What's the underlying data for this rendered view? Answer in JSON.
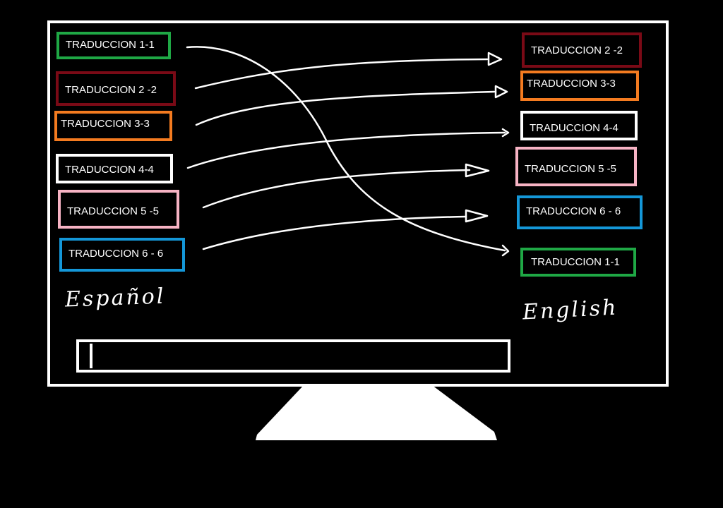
{
  "spanish_label": "Español",
  "english_label": "English",
  "left_column": [
    {
      "text": "TRADUCCION 1-1",
      "color": "#1fa845"
    },
    {
      "text": "TRADUCCION 2 -2",
      "color": "#7a0a16"
    },
    {
      "text": "TRADUCCION 3-3",
      "color": "#f47b20"
    },
    {
      "text": "TRADUCCION 4-4",
      "color": "#ffffff"
    },
    {
      "text": "TRADUCCION 5 -5",
      "color": "#f7b3c4"
    },
    {
      "text": "TRADUCCION 6 - 6",
      "color": "#1497d8"
    }
  ],
  "right_column": [
    {
      "text": "TRADUCCION 2 -2",
      "color": "#7a0a16"
    },
    {
      "text": "TRADUCCION 3-3",
      "color": "#f47b20"
    },
    {
      "text": "TRADUCCION 4-4",
      "color": "#ffffff"
    },
    {
      "text": "TRADUCCION 5 -5",
      "color": "#f7b3c4"
    },
    {
      "text": "TRADUCCION 6 - 6",
      "color": "#1497d8"
    },
    {
      "text": "TRADUCCION 1-1",
      "color": "#1fa845"
    }
  ],
  "input": {
    "value": ""
  }
}
